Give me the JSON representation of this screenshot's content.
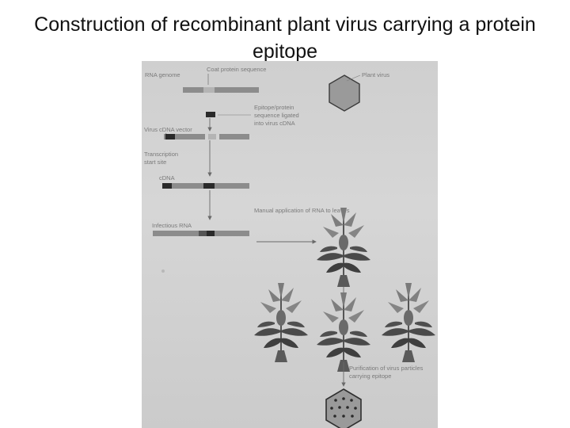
{
  "slide": {
    "title": "Construction of recombinant plant virus carrying a protein epitope"
  },
  "figure": {
    "labels": {
      "rna_genome": "RNA genome",
      "coat_protein_sequence": "Coat protein sequence",
      "plant_virus": "Plant virus",
      "epitope_line1": "Epitope/protein",
      "epitope_line2": "sequence ligated",
      "epitope_line3": "into virus cDNA",
      "virus_cdna_vector": "Virus cDNA vector",
      "transcription_line1": "Transcription",
      "transcription_line2": "start site",
      "cdna": "cDNA",
      "infectious_rna": "Infectious RNA",
      "manual_application": "Manual application of RNA to leaves",
      "purification_line1": "Purification of virus particles",
      "purification_line2": "carrying epitope"
    },
    "colors": {
      "background": "#d2d2d2",
      "bar": "#8c8c8c",
      "bar_dark": "#2a2a2a",
      "virus_fill": "#9a9a9a",
      "plant": "#4a4a4a",
      "flower": "#7d7d7d"
    }
  }
}
